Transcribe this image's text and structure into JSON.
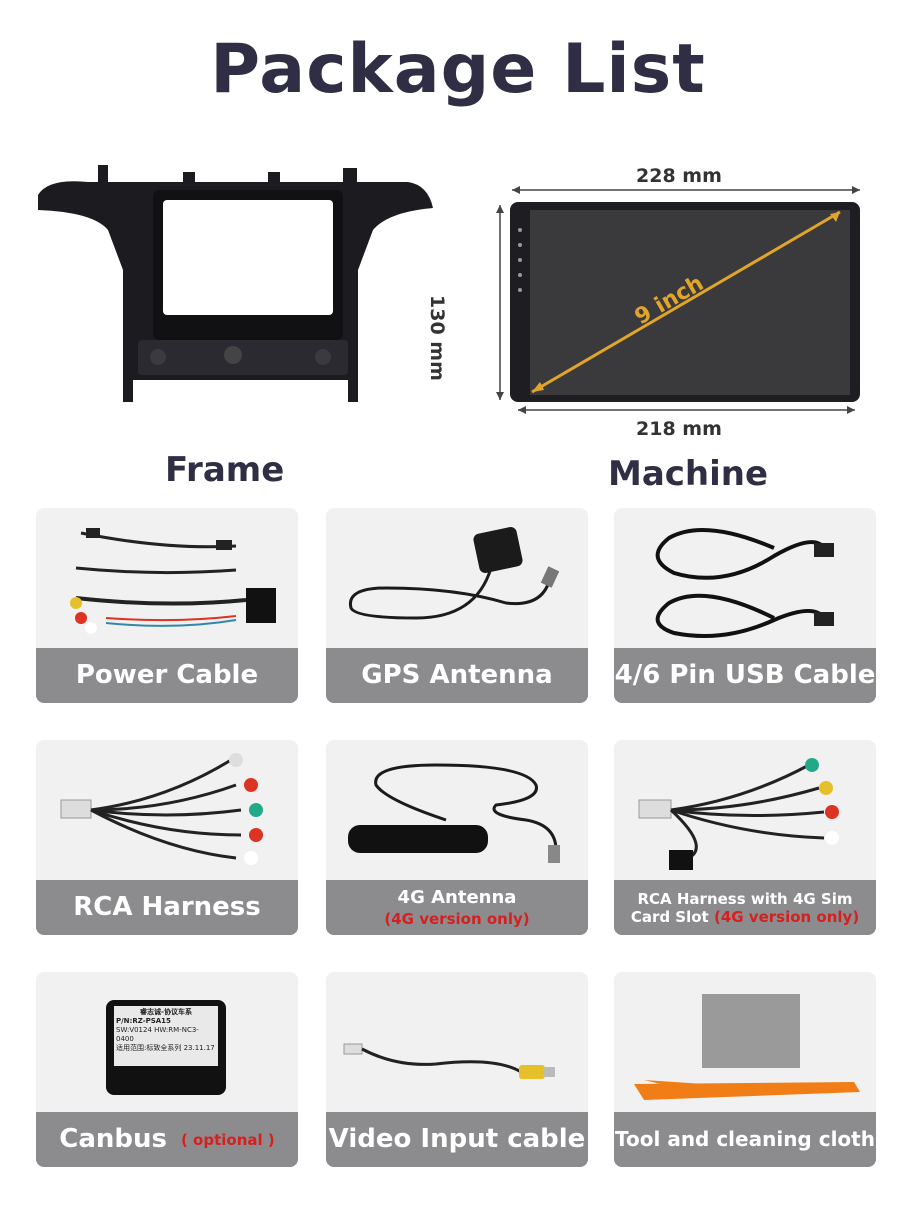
{
  "title": "Package List",
  "frame": {
    "label": "Frame"
  },
  "machine": {
    "label": "Machine",
    "width_top": "228 mm",
    "width_bottom": "218 mm",
    "height": "130 mm",
    "diagonal": "9 inch"
  },
  "items": [
    {
      "label": "Power Cable"
    },
    {
      "label": "GPS Antenna"
    },
    {
      "label": "4/6 Pin USB Cable"
    },
    {
      "label": "RCA Harness"
    },
    {
      "label": "4G Antenna",
      "note": "(4G version only)"
    },
    {
      "label_line1": "RCA Harness with 4G Sim",
      "label_line2": "Card Slot",
      "note": "(4G version only)"
    },
    {
      "label": "Canbus",
      "note": "( optional )",
      "module_lines": [
        "睿志诚-协议车系",
        "P/N:RZ-PSA15",
        "SW:V0124  HW:RM-NC3-0400",
        "适用范围:标致全系列  23.11.17"
      ]
    },
    {
      "label": "Video Input cable"
    },
    {
      "label": "Tool and cleaning cloth"
    }
  ],
  "colors": {
    "title": "#2f2e44",
    "band": "#8c8c8e",
    "note_red": "#d62020",
    "diagonal": "#e0a52a"
  }
}
